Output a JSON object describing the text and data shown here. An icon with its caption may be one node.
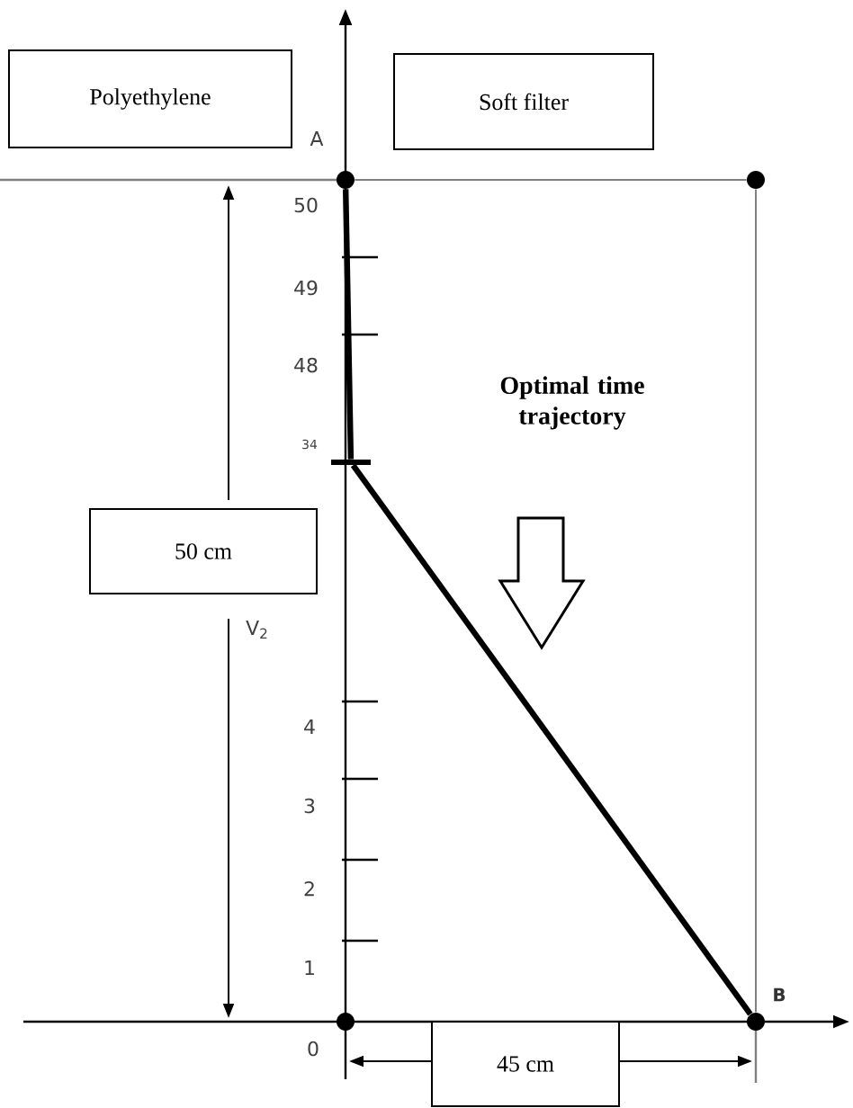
{
  "diagram": {
    "nodes": [
      {
        "text": [
          "Polyethylene"
        ]
      },
      {
        "text": [
          "Soft filter"
        ]
      },
      {
        "text": [
          "50 cm"
        ]
      },
      {
        "text": [
          "45 cm"
        ]
      },
      {
        "text": [],
        "shape": "circle"
      },
      {
        "text": [],
        "shape": "circle"
      },
      {
        "text": [],
        "shape": "bar"
      },
      {
        "text": [],
        "shape": "circle"
      },
      {
        "text": [],
        "shape": "circle",
        "beside": [
          "B"
        ]
      }
    ],
    "edges": [
      {
        "from": 4,
        "to": 5,
        "arrow": "none",
        "color": "#808080"
      },
      {
        "from": 5,
        "to": 8,
        "arrow": "none",
        "color": "#808080"
      },
      {
        "from": 4,
        "to": 6,
        "arrow": "none",
        "style": "thick",
        "color": "#000000"
      },
      {
        "from": 6,
        "to": 8,
        "arrow": "none",
        "style": "thick",
        "color": "#000000"
      }
    ],
    "labels": [
      "A",
      "50",
      "49",
      "48",
      "34",
      "4",
      "3",
      "2",
      "1",
      "0",
      "V$_{2}$",
      "Optimal time trajectory"
    ]
  }
}
